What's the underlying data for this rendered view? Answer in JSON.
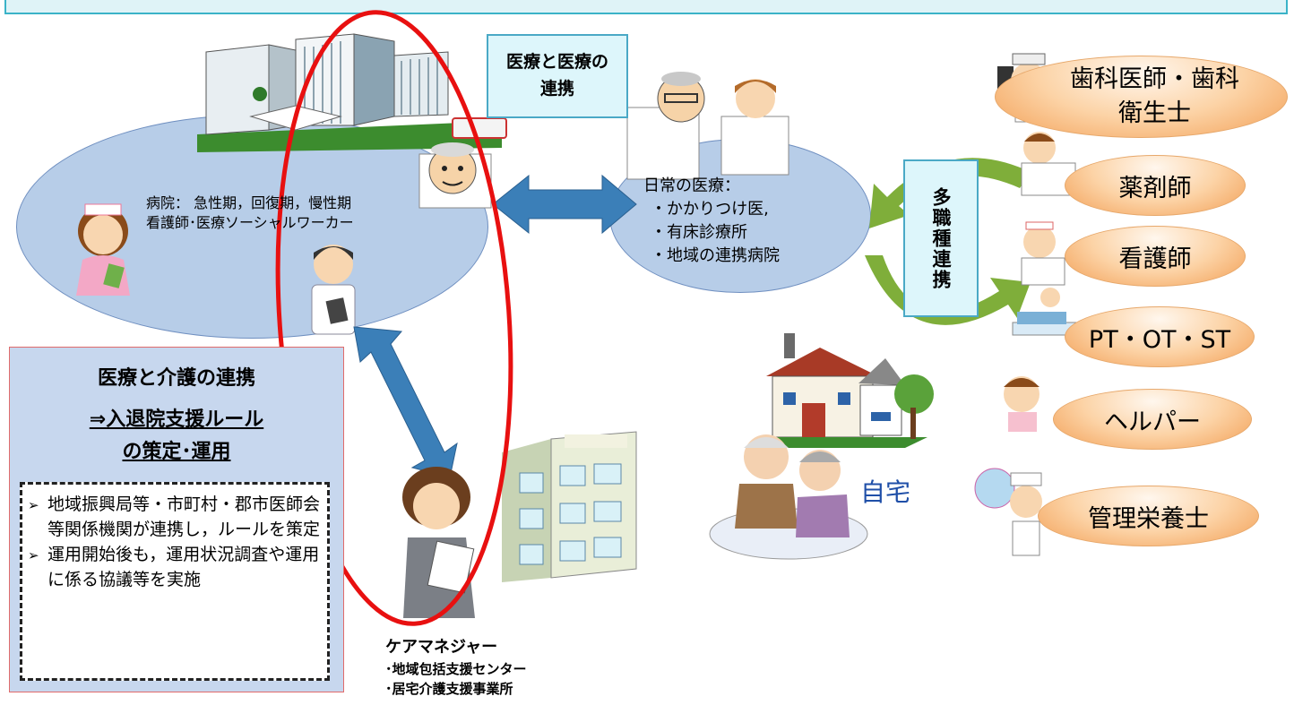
{
  "hospital": {
    "line1": "病院： 急性期，回復期，慢性期",
    "line2": "看護師･医療ソーシャルワーカー"
  },
  "medical_link": {
    "line1": "医療と医療の",
    "line2": "連携"
  },
  "daily_care": {
    "title": "日常の医療：",
    "items": [
      "・かかりつけ医,",
      "・有床診療所",
      "・地域の連携病院"
    ]
  },
  "multi_profession": "多職種連携",
  "professions": [
    "歯科医師・歯科衛生士",
    "薬剤師",
    "看護師",
    "PT・OT・ST",
    "ヘルパー",
    "管理栄養士"
  ],
  "home_label": "自宅",
  "care_panel": {
    "title": "医療と介護の連携",
    "subtitle_line1": "⇒入退院支援ルール",
    "subtitle_line2": "の策定･運用",
    "bullets": [
      "地域振興局等・市町村・郡市医師会等関係機関が連携し，ルールを策定",
      "運用開始後も，運用状況調査や運用に係る協議等を実施"
    ]
  },
  "care_manager": {
    "title": "ケアマネジャー",
    "line1": "･地域包括支援センター",
    "line2": "･居宅介護支援事業所"
  },
  "colors": {
    "accent_red": "#e81010",
    "arrow_blue": "#3b7fb8",
    "arrow_green": "#7fae3a",
    "ellipse_blue": "#b7cde8",
    "pill_orange": "#f6b87a"
  }
}
